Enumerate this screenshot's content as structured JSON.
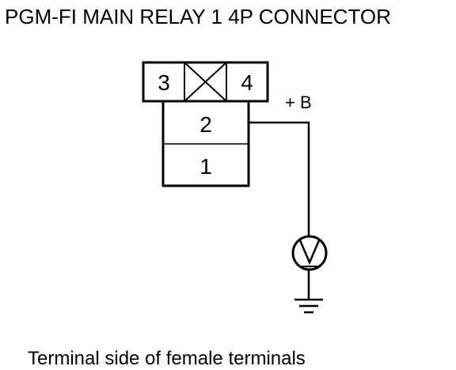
{
  "title": "PGM-FI MAIN RELAY 1 4P CONNECTOR",
  "connector": {
    "terminal_3": "3",
    "terminal_4": "4",
    "terminal_2": "2",
    "terminal_1": "1",
    "unused_cavity_icon": "x-box-icon"
  },
  "supply_label": "+ B",
  "meter_icon": "voltmeter-icon",
  "ground_icon": "ground-icon",
  "caption": "Terminal side of female terminals",
  "colors": {
    "ink": "#000000",
    "background": "#ffffff"
  }
}
